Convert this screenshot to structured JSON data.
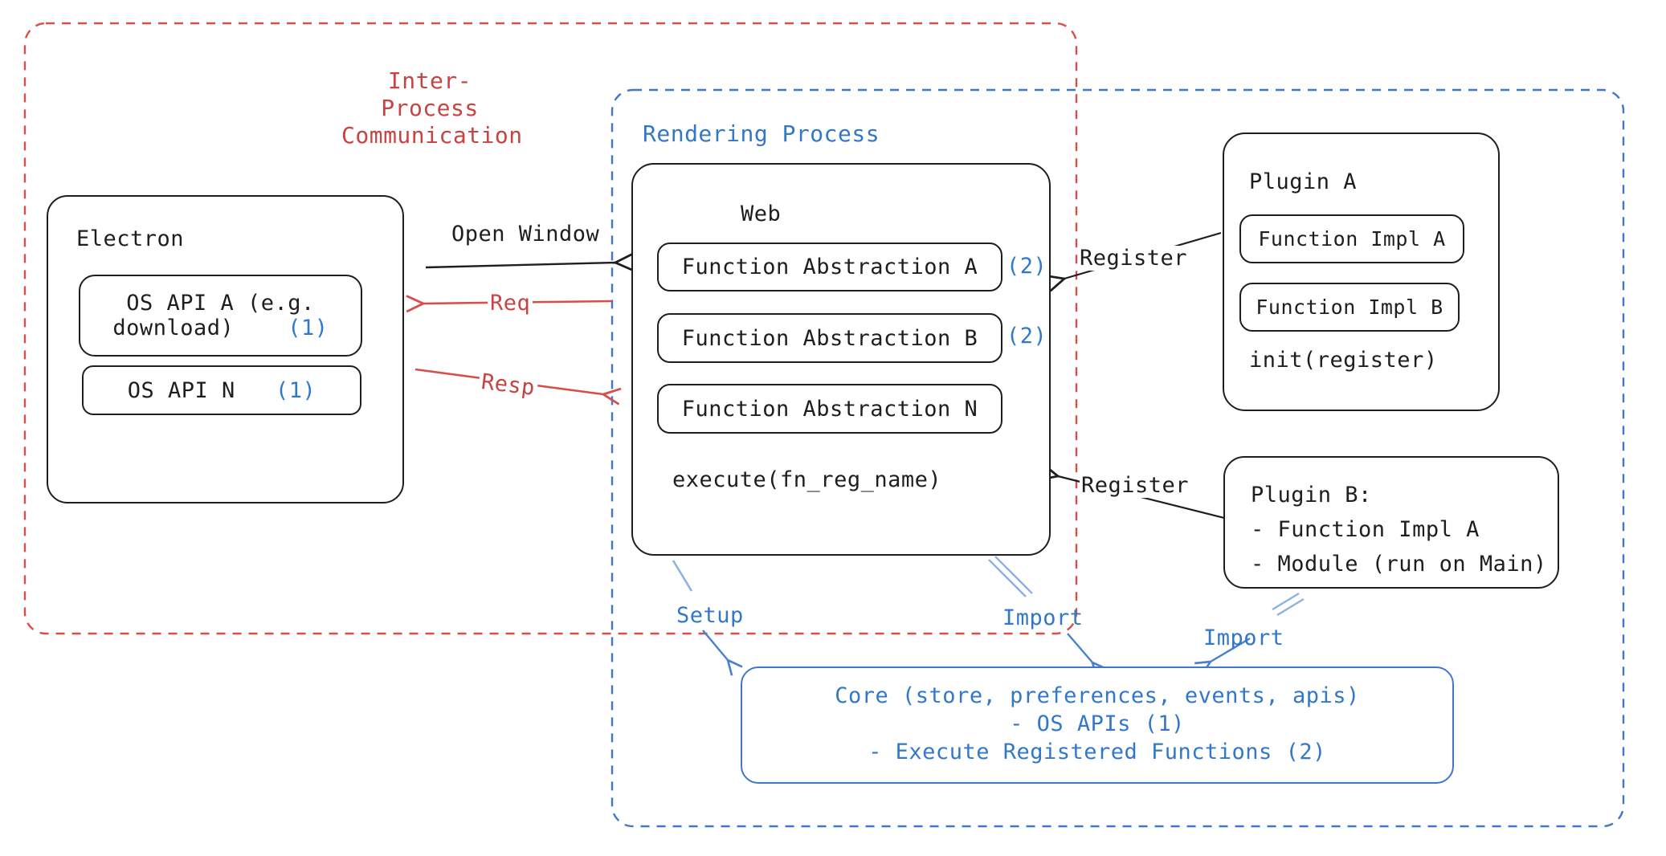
{
  "colors": {
    "black": "#1e1e1e",
    "red_text": "#c84341",
    "red_line": "#d64f4a",
    "blue_text": "#3277c8",
    "blue_marker": "#2e79cc",
    "blue_dashed_border": "#4076cc",
    "light_blue_line": "#8fb0e0",
    "background": "#ffffff"
  },
  "regions": {
    "ipc": {
      "label_line1": "Inter-Process",
      "label_line2": "Communication"
    },
    "rendering": {
      "label": "Rendering Process"
    }
  },
  "electron": {
    "title": "Electron",
    "os_api_a_line1": "OS API A (e.g.",
    "os_api_a_line2": "download)",
    "os_api_a_marker": "(1)",
    "os_api_n_label": "OS API N",
    "os_api_n_marker": "(1)"
  },
  "web": {
    "title": "Web",
    "fn_a": "Function Abstraction A",
    "fn_a_marker": "(2)",
    "fn_b": "Function Abstraction B",
    "fn_b_marker": "(2)",
    "fn_n": "Function Abstraction N",
    "execute": "execute(fn_reg_name)"
  },
  "plugin_a": {
    "title": "Plugin A",
    "impl_a": "Function Impl A",
    "impl_b": "Function Impl B",
    "init": "init(register)"
  },
  "plugin_b": {
    "line1": "Plugin B:",
    "line2": "- Function Impl A",
    "line3": "- Module (run on Main)"
  },
  "core": {
    "line1": "Core (store, preferences, events, apis)",
    "line2": "- OS APIs (1)",
    "line3": "- Execute Registered Functions (2)"
  },
  "arrows": {
    "open_window": "Open Window",
    "req": "Req",
    "resp": "Resp",
    "register_top": "Register",
    "register_bottom": "Register",
    "setup": "Setup",
    "import_web": "Import",
    "import_plugin": "Import"
  }
}
